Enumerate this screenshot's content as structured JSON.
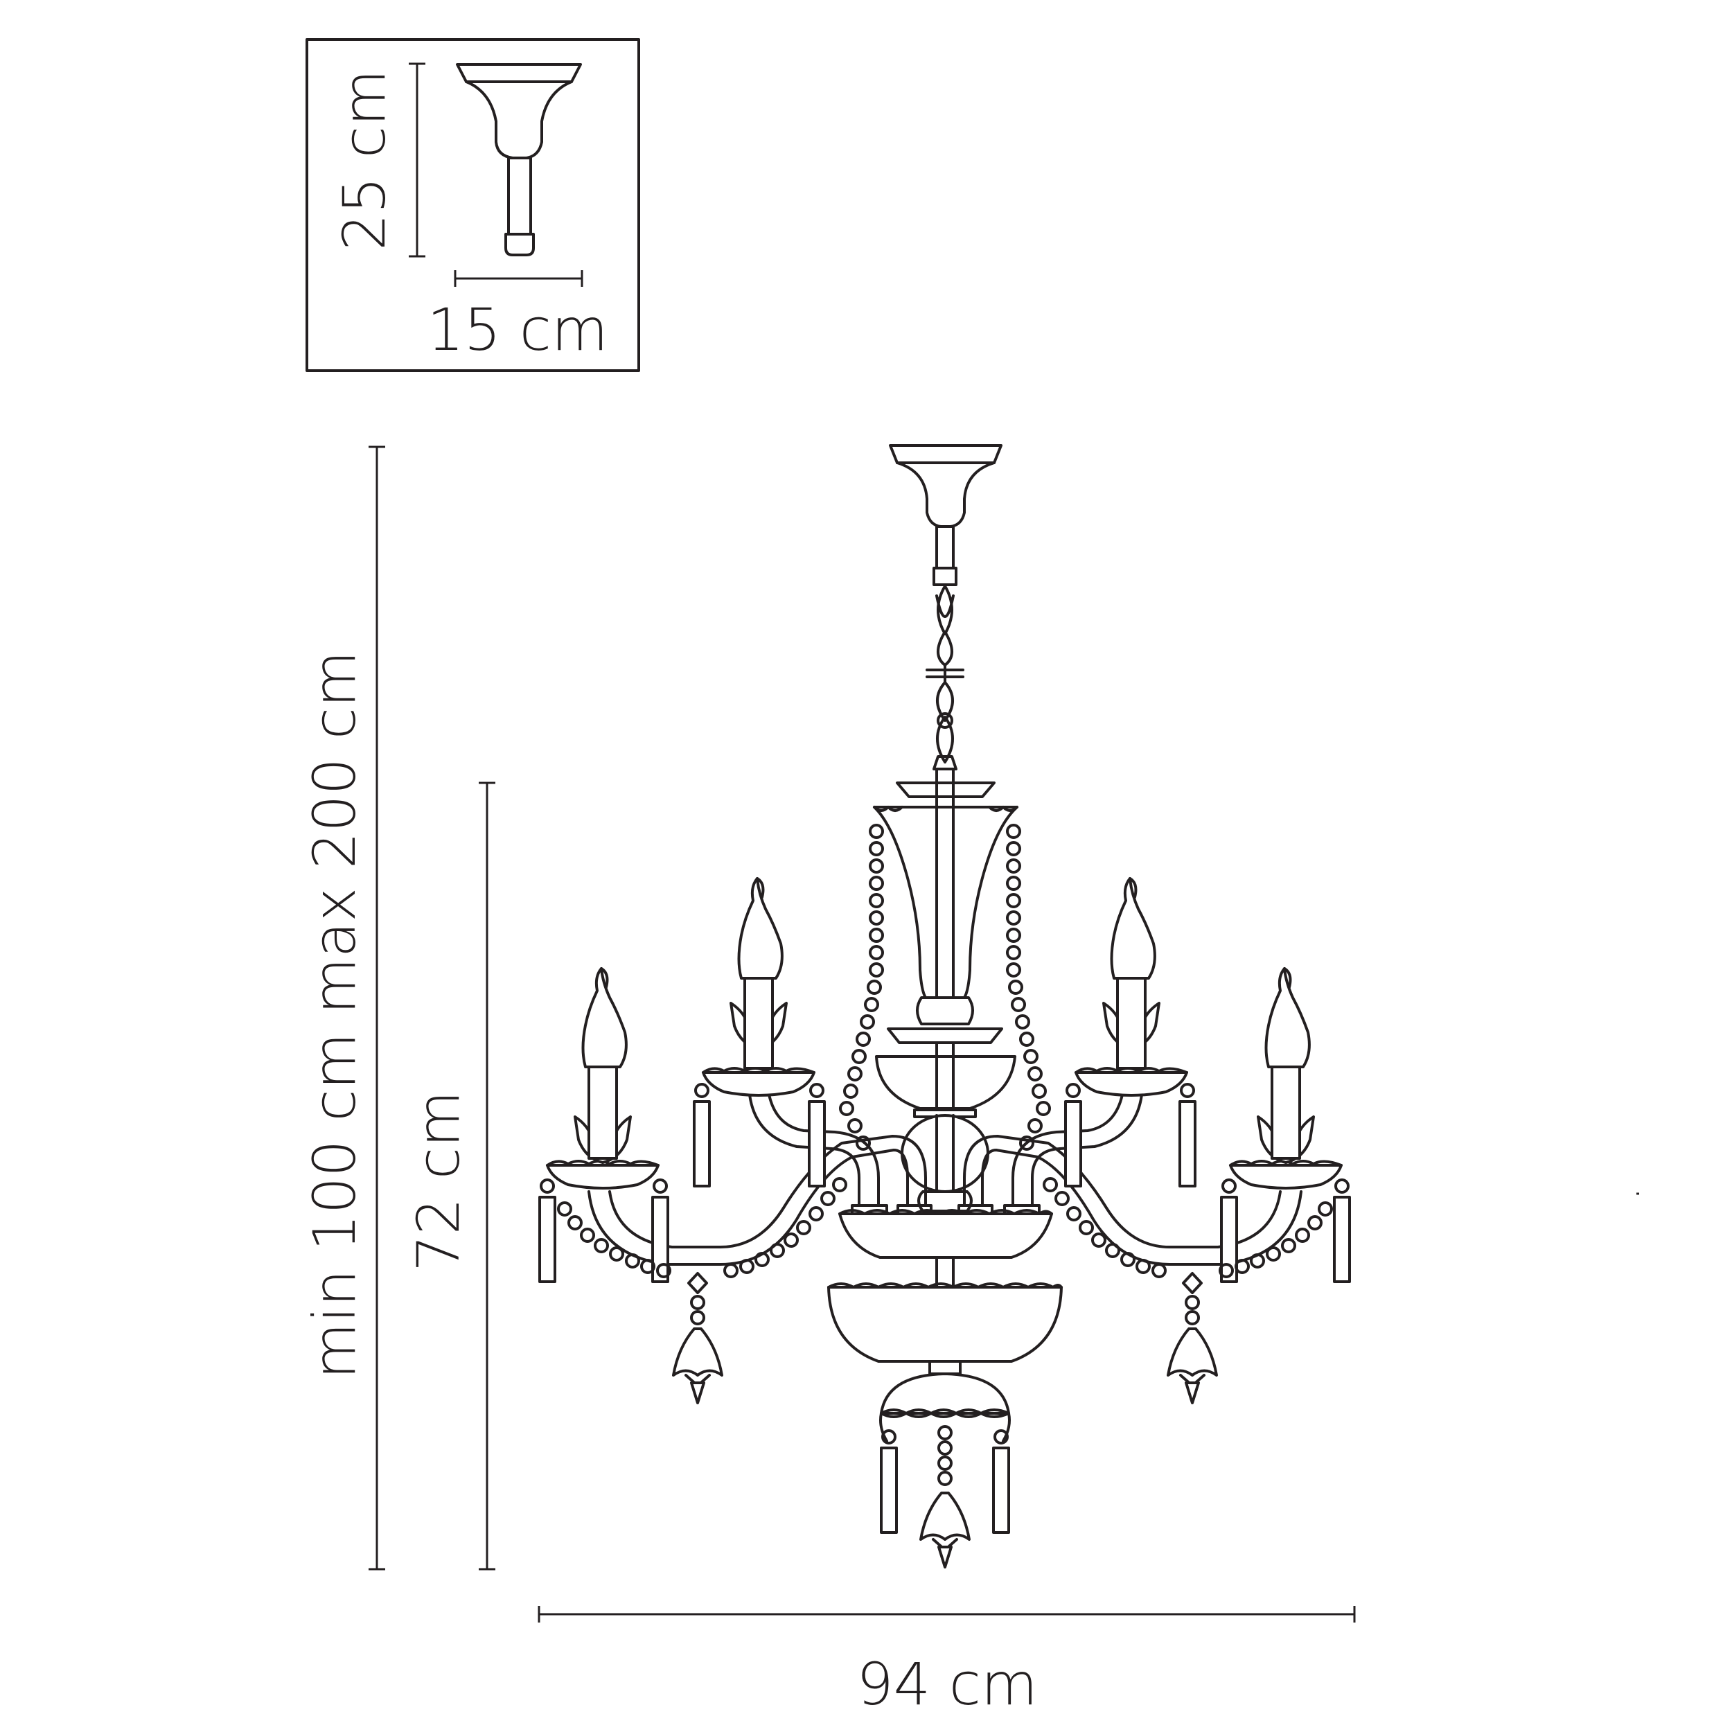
{
  "inset": {
    "height_label": "25 cm",
    "width_label": "15 cm"
  },
  "dimensions": {
    "overall_height_label": "min 100 cm max 200 cm",
    "body_height_label": "72 cm",
    "width_label": "94 cm"
  },
  "colors": {
    "line": "#231f20",
    "background": "#ffffff"
  }
}
